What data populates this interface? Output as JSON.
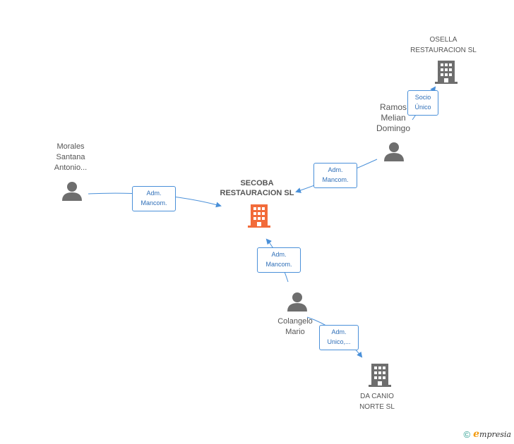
{
  "nodes": {
    "main": {
      "lines": [
        "SECOBA",
        "RESTAURACION SL"
      ],
      "color": "#f26b3a"
    },
    "osella": {
      "lines": [
        "OSELLA",
        "RESTAURACION SL"
      ]
    },
    "ramos": {
      "lines": [
        "Ramos",
        "Melian",
        "Domingo"
      ]
    },
    "morales": {
      "lines": [
        "Morales",
        "Santana",
        "Antonio..."
      ]
    },
    "colangelo": {
      "lines": [
        "Colangelo",
        "Mario"
      ]
    },
    "dacanio": {
      "lines": [
        "DA CANIO",
        "NORTE SL"
      ]
    }
  },
  "edges": {
    "osella_ramos": {
      "lines": [
        "Socio",
        "Único"
      ]
    },
    "ramos_main": {
      "lines": [
        "Adm.",
        "Mancom."
      ]
    },
    "morales_main": {
      "lines": [
        "Adm.",
        "Mancom."
      ]
    },
    "colangelo_main": {
      "lines": [
        "Adm.",
        "Mancom."
      ]
    },
    "colangelo_dacanio": {
      "lines": [
        "Adm.",
        "Unico,..."
      ]
    }
  },
  "colors": {
    "edge": "#4a90d9",
    "icon": "#6e6e6e",
    "accent": "#f26b3a"
  },
  "brand": {
    "copyright": "©",
    "e": "e",
    "name": "mpresia"
  }
}
